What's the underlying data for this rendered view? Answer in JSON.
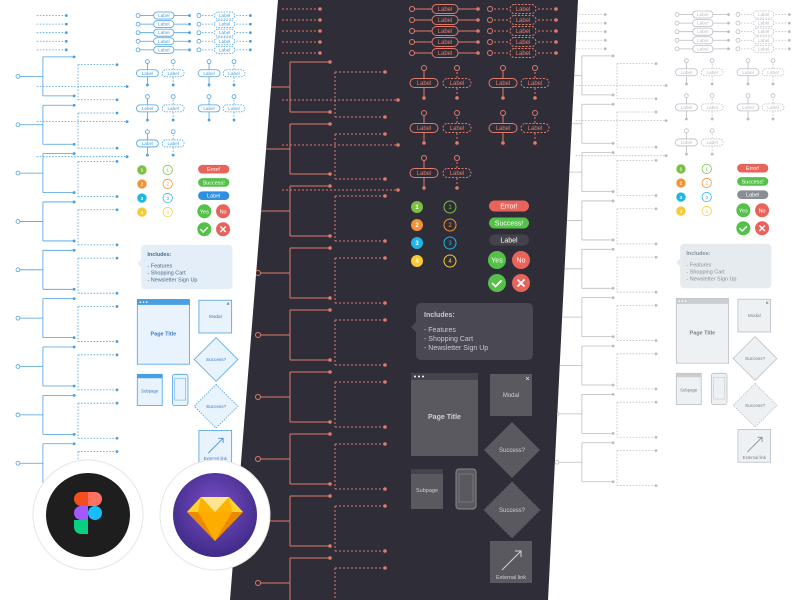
{
  "labels": {
    "connector": "Label"
  },
  "badges": [
    "1",
    "2",
    "3",
    "4"
  ],
  "status": {
    "error": "Error!",
    "success": "Success!",
    "label": "Label",
    "yes": "Yes",
    "no": "No"
  },
  "tooltip": {
    "title": "Includes:",
    "items": [
      "- Features",
      "- Shopping Cart",
      "- Newsletter Sign Up"
    ]
  },
  "cards": {
    "page_title": "Page Title",
    "modal": "Modal",
    "success_1": "Success?",
    "success_2": "Success?",
    "subpage": "Subpage",
    "external_link": "External link"
  },
  "logos": [
    "figma",
    "sketch"
  ],
  "colors": {
    "dark_panel": "#2f2e38",
    "badge_colors": [
      "#7ac143",
      "#f39237",
      "#1fb5e8",
      "#f7c936"
    ],
    "error": "#e8645a",
    "success": "#55c04a",
    "themes": {
      "light_blue": {
        "line": "#4a9fe0",
        "bg": "#ffffff",
        "card": "#e8f3fd",
        "cardTop": "#4a9fe0",
        "text": "#3a7bc8",
        "label": "#2f8fe0",
        "tip": "#e3eef8",
        "tipText": "#4a6a8a"
      },
      "dark": {
        "line": "#e07a6a",
        "bg": "#2f2e38",
        "card": "#5a5960",
        "cardTop": "#44434b",
        "text": "#cfcfd4",
        "label": "#44434b",
        "tip": "#4a4953",
        "tipText": "#c9c9ce"
      },
      "light_grey": {
        "line": "#b9bdc3",
        "bg": "#ffffff",
        "card": "#eef1f4",
        "cardTop": "#c9cdd2",
        "text": "#7b8087",
        "label": "#8a8e94",
        "tip": "#e6ebf0",
        "tipText": "#8a8f96"
      }
    }
  }
}
